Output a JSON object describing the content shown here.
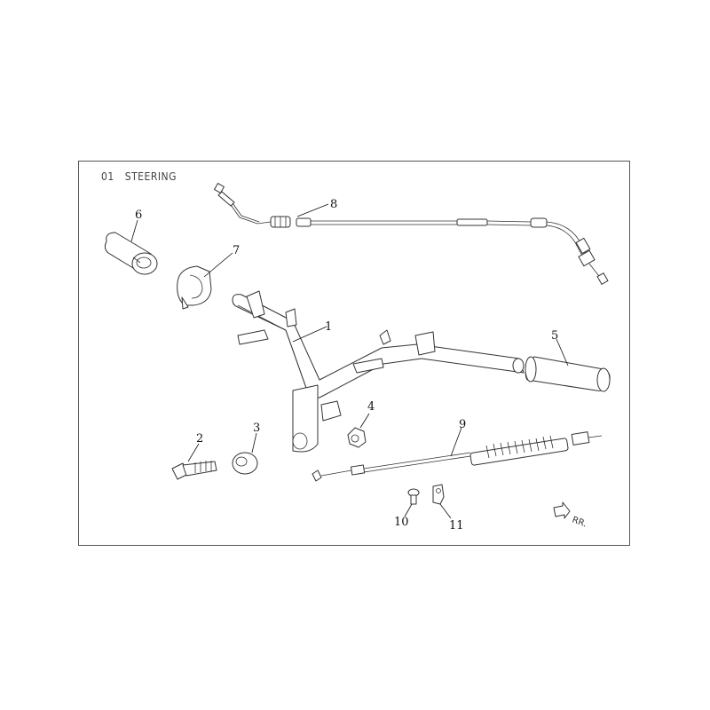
{
  "section": {
    "number": "01",
    "name": "STEERING"
  },
  "parts": [
    {
      "id": "1",
      "label": "1"
    },
    {
      "id": "2",
      "label": "2"
    },
    {
      "id": "3",
      "label": "3"
    },
    {
      "id": "4",
      "label": "4"
    },
    {
      "id": "5",
      "label": "5"
    },
    {
      "id": "6",
      "label": "6"
    },
    {
      "id": "7",
      "label": "7"
    },
    {
      "id": "8",
      "label": "8"
    },
    {
      "id": "9",
      "label": "9"
    },
    {
      "id": "10",
      "label": "10"
    },
    {
      "id": "11",
      "label": "11"
    }
  ],
  "direction_marker": {
    "text": "RR."
  }
}
